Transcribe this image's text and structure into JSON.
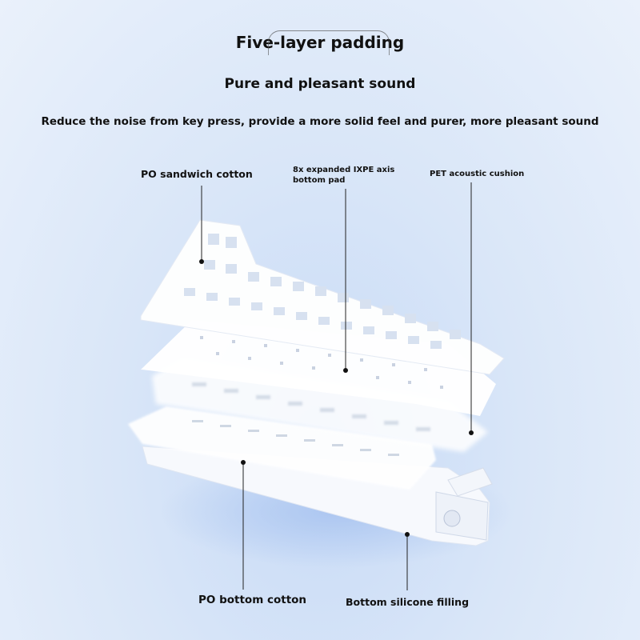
{
  "header": {
    "title": "Five-layer padding",
    "subtitle": "Pure and pleasant sound",
    "description": "Reduce the noise from key press, provide a more solid feel and purer, more pleasant sound"
  },
  "layers": {
    "po_sandwich_cotton": "PO sandwich cotton",
    "ixpe_line1": "8x expanded IXPE axis",
    "ixpe_line2": "bottom pad",
    "pet_cushion": "PET acoustic cushion",
    "po_bottom_cotton": "PO bottom cotton",
    "silicone_filling": "Bottom silicone filling"
  },
  "colors": {
    "background": "#dbe7f8",
    "layer": "#ffffff",
    "line": "#222222"
  }
}
